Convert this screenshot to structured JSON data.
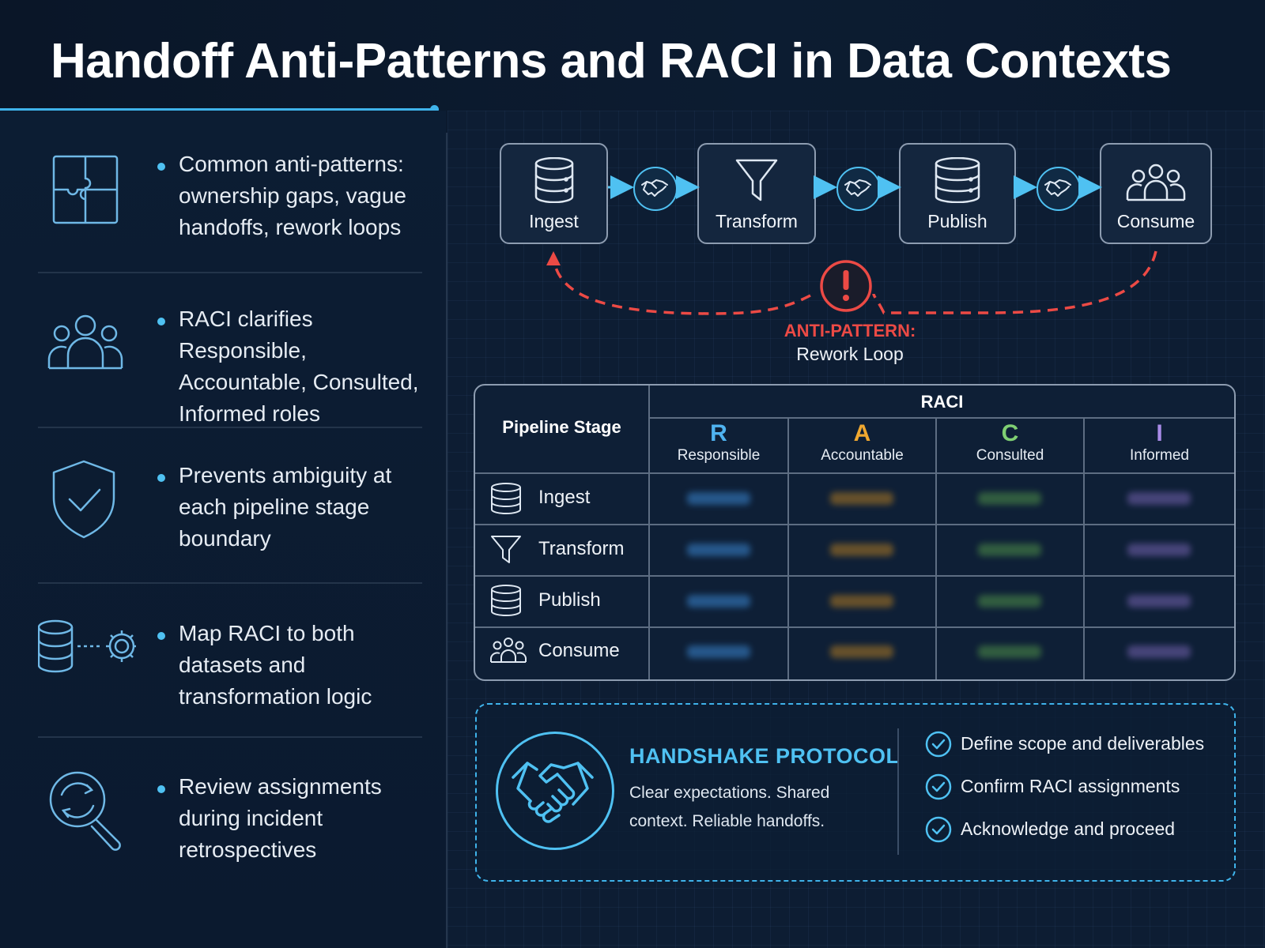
{
  "title": "Handoff Anti-Patterns and RACI in Data Contexts",
  "bullets": [
    {
      "text": "Common anti-patterns: ownership gaps, vague handoffs, rework loops",
      "icon": "puzzle-icon"
    },
    {
      "text": "RACI clarifies Responsible, Accountable, Consulted, Informed roles",
      "icon": "team-icon"
    },
    {
      "text": "Prevents ambiguity at each pipeline stage boundary",
      "icon": "shield-check-icon"
    },
    {
      "text": "Map RACI to both datasets and transformation logic",
      "icon": "database-gear-icon"
    },
    {
      "text": "Review assignments during incident retrospectives",
      "icon": "magnifier-cycle-icon"
    }
  ],
  "flow": {
    "stages": [
      {
        "label": "Ingest",
        "icon": "database-icon"
      },
      {
        "label": "Transform",
        "icon": "funnel-icon"
      },
      {
        "label": "Publish",
        "icon": "database-icon"
      },
      {
        "label": "Consume",
        "icon": "users-icon"
      }
    ],
    "anti_pattern": {
      "title": "ANTI-PATTERN:",
      "subtitle": "Rework Loop"
    }
  },
  "raci_table": {
    "stage_header": "Pipeline Stage",
    "group_header": "RACI",
    "columns": [
      {
        "letter": "R",
        "role": "Responsible",
        "color": "#4fb3f0"
      },
      {
        "letter": "A",
        "role": "Accountable",
        "color": "#f0a830"
      },
      {
        "letter": "C",
        "role": "Consulted",
        "color": "#7fcf73"
      },
      {
        "letter": "I",
        "role": "Informed",
        "color": "#a98be8"
      }
    ],
    "rows": [
      {
        "stage": "Ingest",
        "icon": "database-icon"
      },
      {
        "stage": "Transform",
        "icon": "funnel-icon"
      },
      {
        "stage": "Publish",
        "icon": "database-icon"
      },
      {
        "stage": "Consume",
        "icon": "users-icon"
      }
    ]
  },
  "protocol": {
    "title": "HANDSHAKE PROTOCOL",
    "description": "Clear expectations. Shared context. Reliable handoffs.",
    "checklist": [
      "Define scope and deliverables",
      "Confirm RACI assignments",
      "Acknowledge and proceed"
    ]
  },
  "colors": {
    "accent": "#4fc1f2",
    "alert": "#ec4a45",
    "background": "#0b1a2e"
  }
}
